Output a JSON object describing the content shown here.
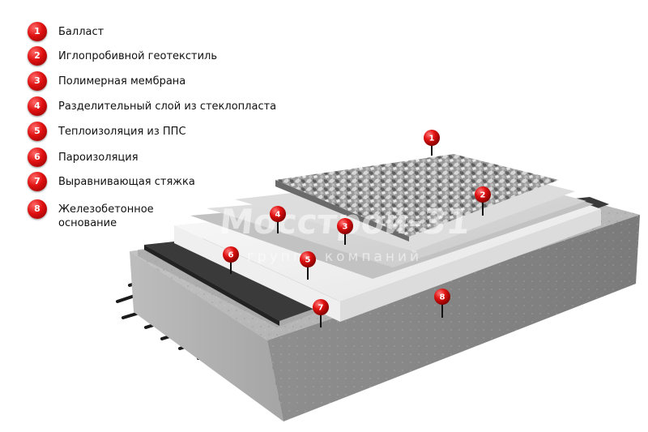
{
  "legend": [
    {
      "number": "1",
      "label": "Балласт"
    },
    {
      "number": "2",
      "label": "Иглопробивной геотекстиль"
    },
    {
      "number": "3",
      "label": "Полимерная мембрана"
    },
    {
      "number": "4",
      "label": "Разделительный слой из стеклопласта"
    },
    {
      "number": "5",
      "label": "Теплоизоляция из ППС"
    },
    {
      "number": "6",
      "label": "Пароизоляция"
    },
    {
      "number": "7",
      "label": "Выравнивающая стяжка"
    },
    {
      "number": "8",
      "label": "Железобетонное\nоснование"
    }
  ],
  "diagram_pins": [
    {
      "number": "1"
    },
    {
      "number": "2"
    },
    {
      "number": "3"
    },
    {
      "number": "4"
    },
    {
      "number": "5"
    },
    {
      "number": "6"
    },
    {
      "number": "7"
    },
    {
      "number": "8"
    }
  ],
  "watermark": {
    "title": "Мосстрой-31",
    "subtitle": "группа компаний"
  },
  "colors": {
    "marker_red": "#e01010",
    "concrete": "#b9b9b9",
    "insulation": "#f3f3f3",
    "membrane": "#d4d4d4",
    "ballast": "#8c8c8c"
  }
}
